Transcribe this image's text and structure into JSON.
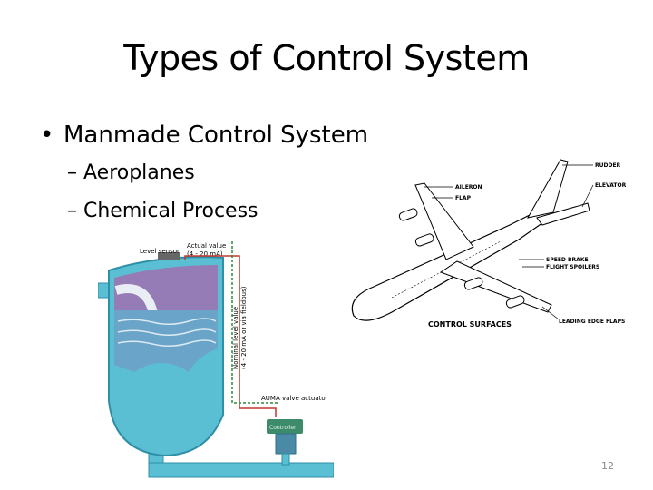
{
  "slide": {
    "title": "Types of Control System",
    "bullet": "Manmade Control System",
    "sub_items": [
      "– Aeroplanes",
      "– Chemical Process"
    ],
    "page_number": "12"
  },
  "tank_figure": {
    "level_sensor": "Level sensor",
    "actual_value": "Actual value",
    "actual_range": "(4 - 20 mA)",
    "nominal_value": "Nominal level value",
    "nominal_range": "(4 - 20 mA or via fieldbus)",
    "actuator": "AUMA valve actuator",
    "controller": "Controller"
  },
  "plane_figure": {
    "rudder": "RUDDER",
    "elevator": "ELEVATOR",
    "aileron": "AILERON",
    "flap": "FLAP",
    "speed_brake": "SPEED BRAKE",
    "flight_spoilers": "FLIGHT SPOILERS",
    "leading_edge_flaps": "LEADING EDGE FLAPS",
    "caption": "CONTROL SURFACES"
  },
  "colors": {
    "tank": "#5bbfd4",
    "tank_dark": "#2e8fa8",
    "liquid_top": "#a070b0",
    "water": "#6aa4c8",
    "signal_red": "#c0392b",
    "signal_green": "#2e8b3a",
    "actuator": "#3c8c6c"
  }
}
